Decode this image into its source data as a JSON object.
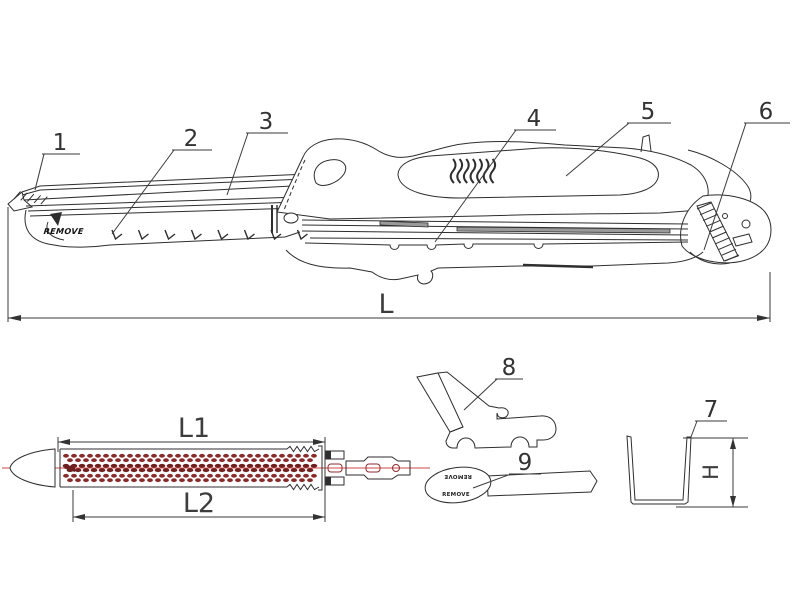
{
  "colors": {
    "background": "#ffffff",
    "line": "#2e2e2e",
    "dim_line": "#3a3a3a",
    "centerline_red": "#d04848",
    "staple_row": "#8a2b2b",
    "staple_row_dark": "#6e1f1f",
    "metal_bar_gray": "#9a9a9a"
  },
  "callouts": [
    {
      "label": "1"
    },
    {
      "label": "2"
    },
    {
      "label": "3"
    },
    {
      "label": "4"
    },
    {
      "label": "5"
    },
    {
      "label": "6"
    },
    {
      "label": "7"
    },
    {
      "label": "8"
    },
    {
      "label": "9"
    }
  ],
  "dimensions": {
    "overall_length_label": "L",
    "cartridge_length_label": "L1",
    "staple_line_length_label": "L2",
    "staple_height_label": "H"
  },
  "texts": {
    "jaw_marking": "REMOVE",
    "paddle_marking_top": "REMOVE",
    "paddle_marking_bottom": "REMOVE"
  }
}
